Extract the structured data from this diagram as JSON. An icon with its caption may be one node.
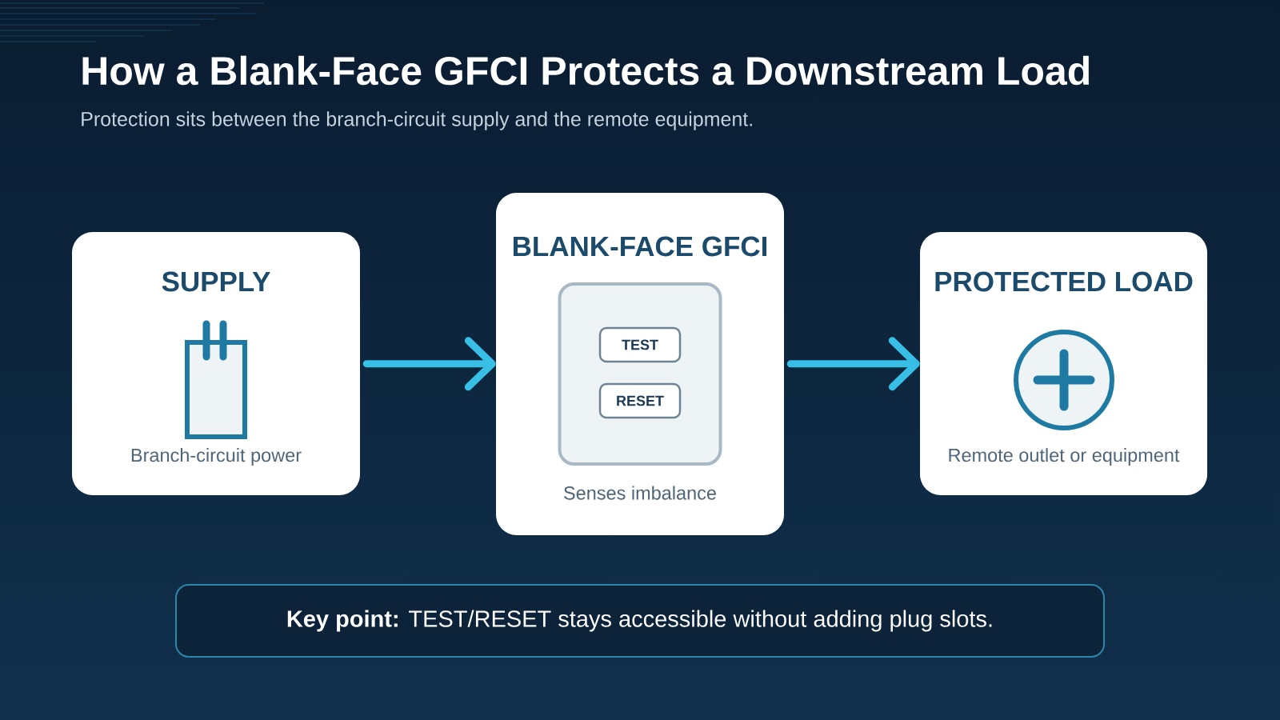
{
  "diagram": {
    "title": "How a Blank-Face GFCI Protects a Downstream Load",
    "nodes": [
      {
        "text": [
          "SUPPLY",
          "Branch-circuit power"
        ]
      },
      {
        "text": [
          "BLANK-FACE GFCI",
          "Senses imbalance"
        ]
      },
      {
        "text": [],
        "shape": "box",
        "in": 1
      },
      {
        "text": [
          "TEST"
        ],
        "in": 2
      },
      {
        "text": [
          "RESET"
        ],
        "in": 2
      },
      {
        "text": [
          "PROTECTED LOAD",
          "Remote outlet or equipment"
        ]
      },
      {
        "text": [
          "**Key point:** TEST/RESET stays accessible without adding plug slots."
        ]
      }
    ],
    "edges": [
      {
        "from": 0,
        "to": 1,
        "arrow": "to"
      },
      {
        "from": 1,
        "to": 5,
        "arrow": "to"
      }
    ],
    "labels": [
      "Protection sits between the branch-circuit supply and the remote equipment."
    ]
  }
}
